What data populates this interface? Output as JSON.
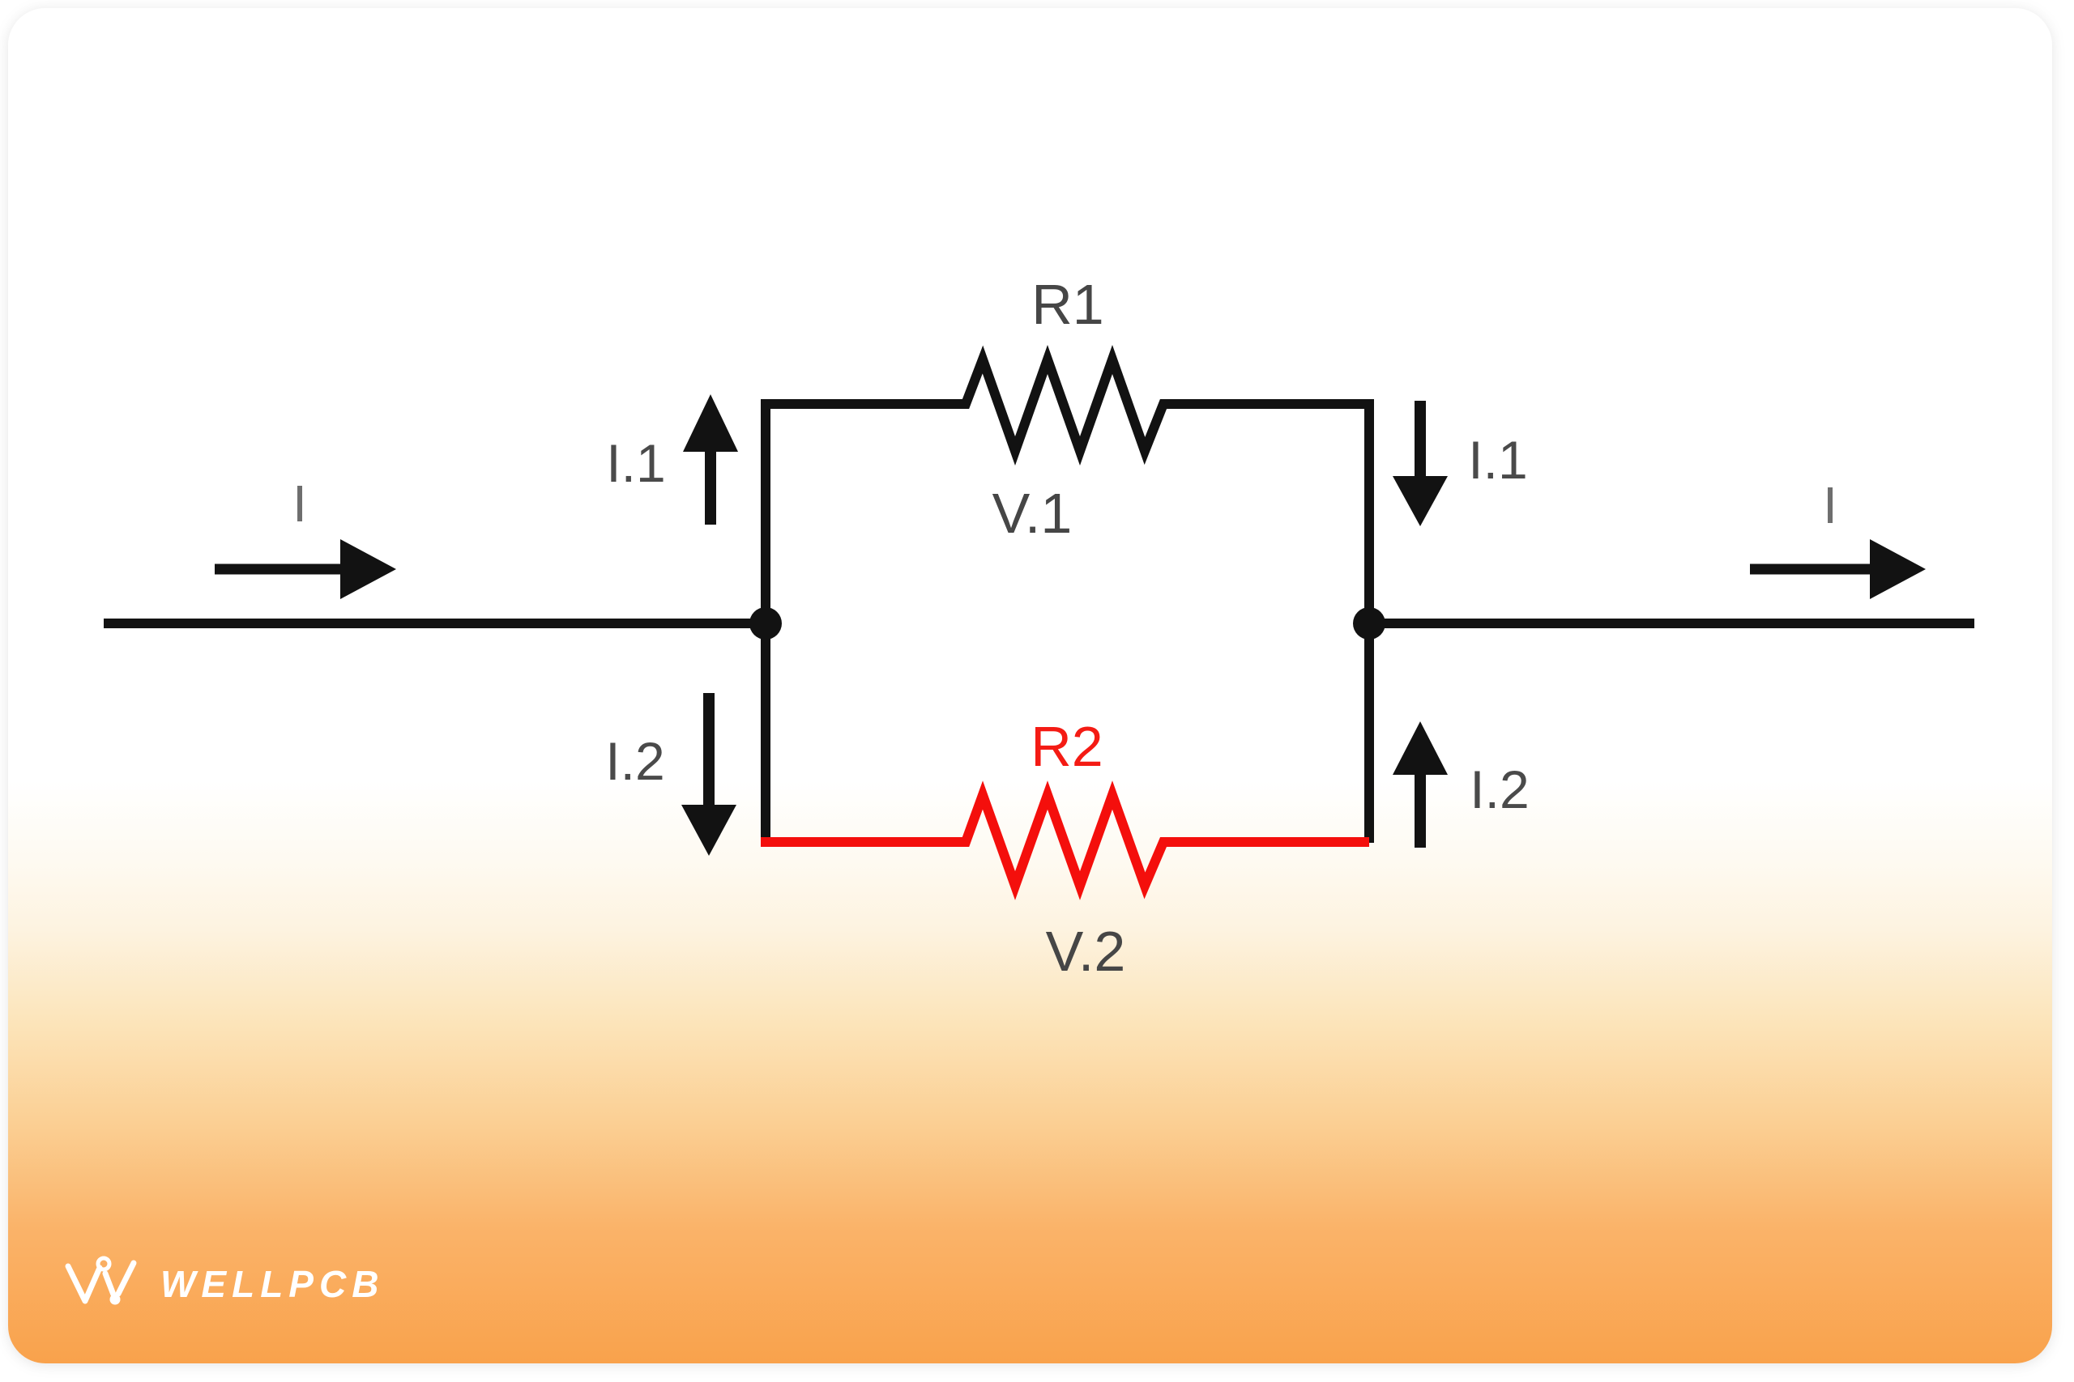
{
  "diagram": {
    "description": "Two resistors in parallel with branch currents",
    "input_current_label": "I",
    "output_current_label": "I",
    "branch_top": {
      "resistor_label": "R1",
      "voltage_label": "V.1",
      "current_label_left": "I.1",
      "current_label_right": "I.1"
    },
    "branch_bottom": {
      "resistor_label": "R2",
      "voltage_label": "V.2",
      "current_label_left": "I.2",
      "current_label_right": "I.2"
    }
  },
  "branding": {
    "logo_text": "WELLPCB"
  },
  "colors": {
    "wire_black": "#121212",
    "wire_red": "#f40f0c",
    "label_gray": "#464646",
    "current_label_gray": "#6e6e6e",
    "red_label": "#f41b14",
    "card_gradient_top": "#ffffff",
    "card_gradient_bottom": "#f9a24c",
    "logo_white": "#ffffff"
  }
}
